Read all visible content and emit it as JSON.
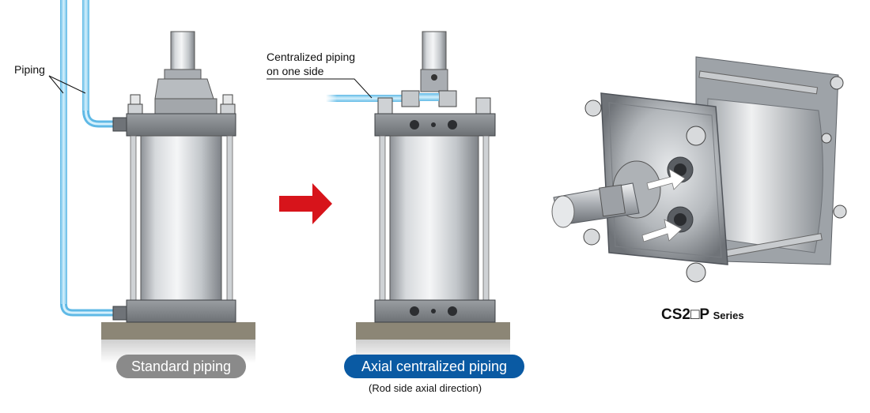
{
  "labels": {
    "piping": "Piping",
    "centralized_line1": "Centralized piping",
    "centralized_line2": "on one side"
  },
  "captions": {
    "standard": "Standard piping",
    "axial": "Axial centralized piping",
    "axial_sub": "(Rod side axial direction)"
  },
  "product": {
    "model": "CS2□P",
    "series_label": "Series"
  },
  "colors": {
    "pipe_blue": "#8fd2f2",
    "arrow_red": "#d7141b",
    "pill_gray": "#8a8a8a",
    "pill_blue": "#0a5aa3"
  },
  "icons": {
    "flow_arrow": "right-arrow-icon"
  }
}
